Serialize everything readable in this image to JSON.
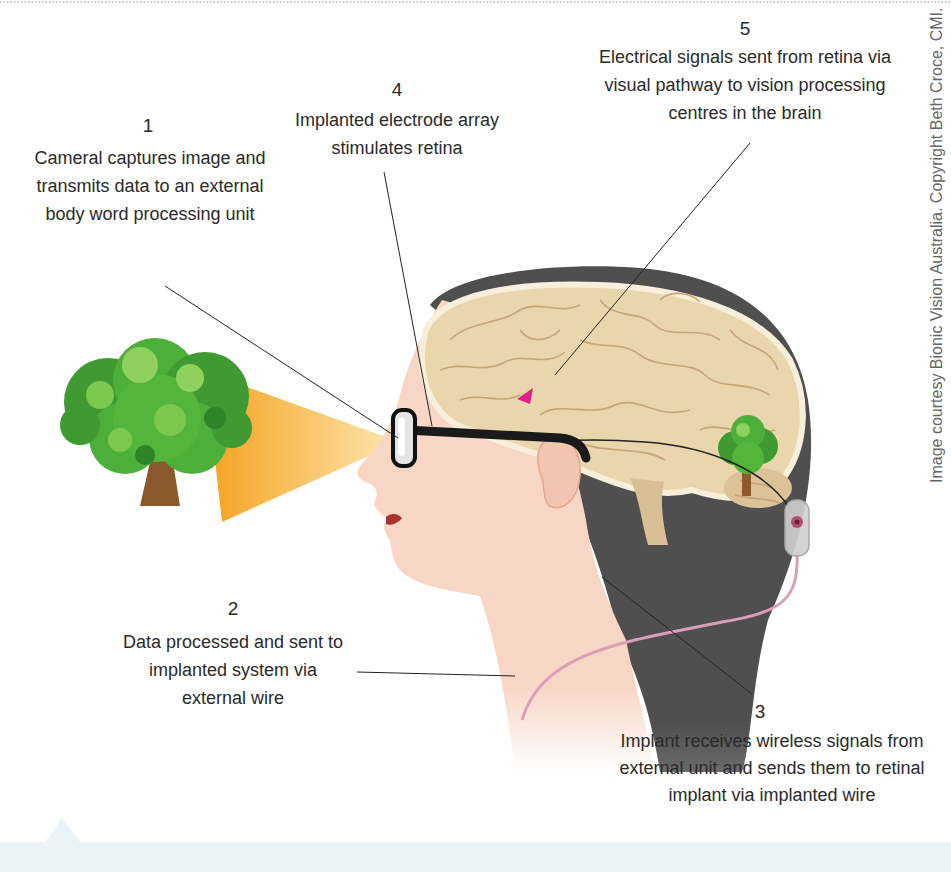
{
  "diagram": {
    "labels": [
      "1",
      "Cameral captures image and transmits data to an external body word processing unit",
      "4",
      "Implanted electrode array stimulates retina",
      "5",
      "Electrical signals sent from retina via visual pathway to vision processing centres in the brain",
      "2",
      "Data processed and sent to implanted system via external wire",
      "3",
      "Implant receives wireless signals from external unit and sends them to retinal implant via implanted wire",
      "Image courtesy Bionic Vision Australia. Copyright Beth Croce, CMI."
    ]
  }
}
